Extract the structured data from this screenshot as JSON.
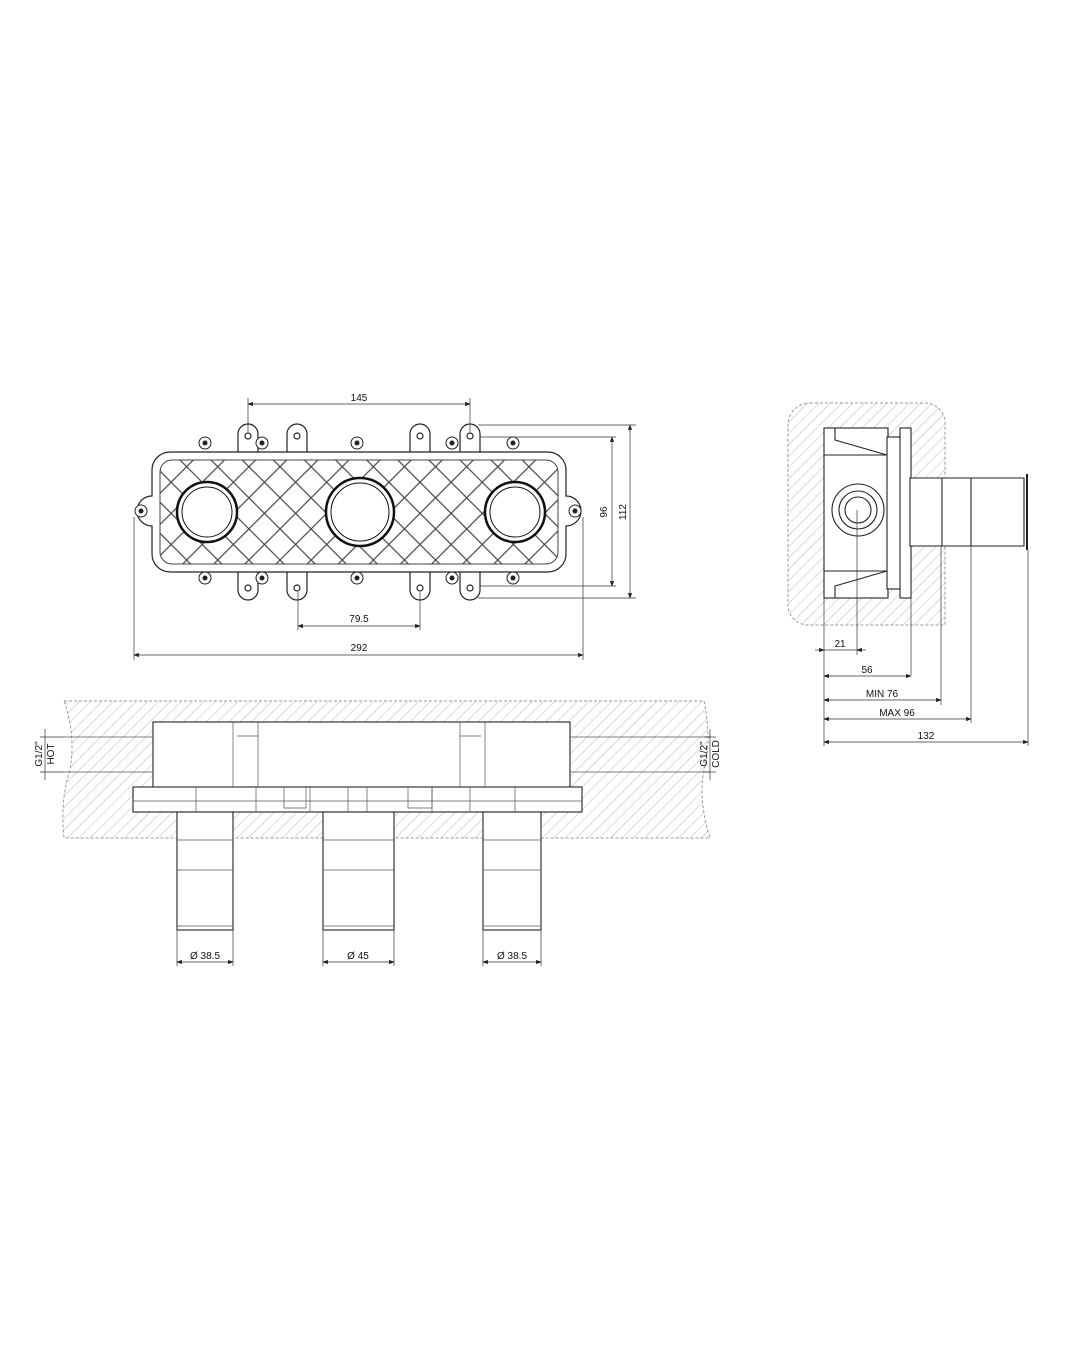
{
  "front_view": {
    "dim_top": "145",
    "dim_inner_height": "96",
    "dim_outer_height": "112",
    "dim_tab_spacing": "79.5",
    "dim_total_width": "292"
  },
  "side_view": {
    "dim_21": "21",
    "dim_56": "56",
    "dim_min": "MIN 76",
    "dim_max": "MAX 96",
    "dim_total": "132"
  },
  "bottom_view": {
    "hot_size": "G1/2\"",
    "hot_label": "HOT",
    "cold_size": "G1/2\"",
    "cold_label": "COLD",
    "diam_left": "Ø 38.5",
    "diam_center": "Ø 45",
    "diam_right": "Ø 38.5"
  }
}
